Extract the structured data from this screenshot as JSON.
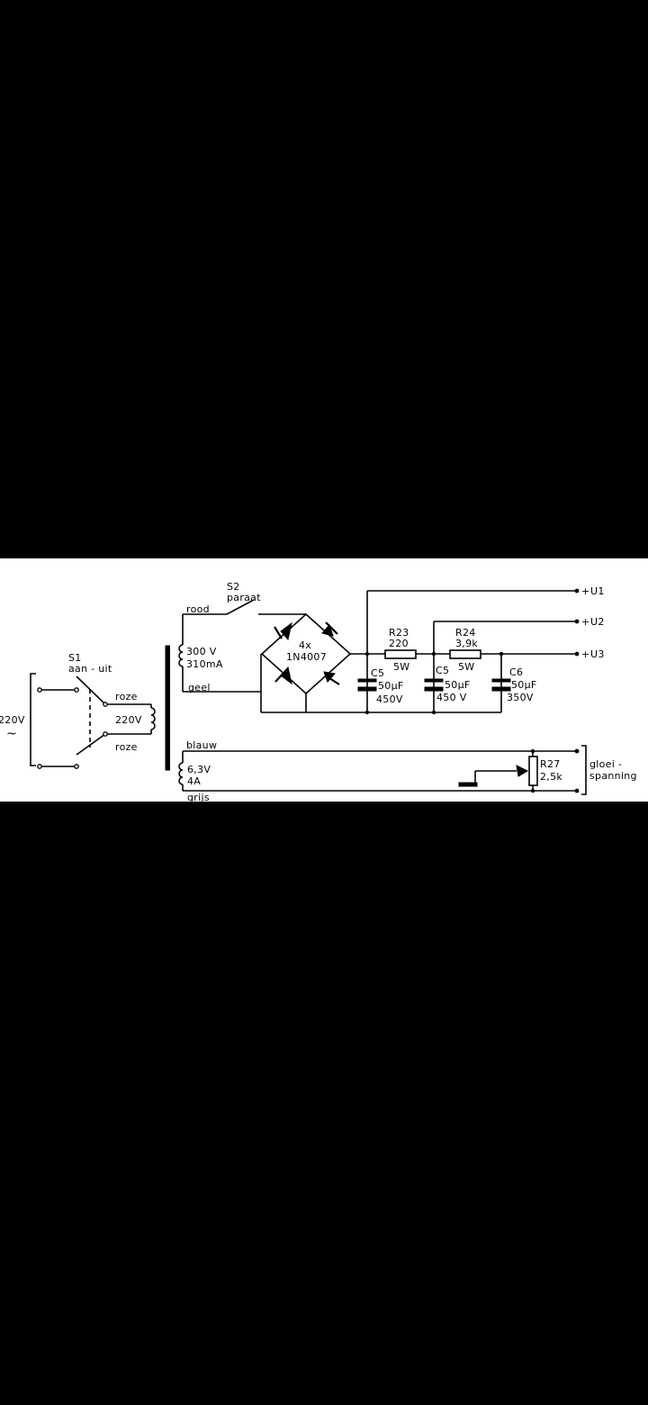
{
  "mains": {
    "voltage": "220V",
    "ac_symbol": "~"
  },
  "switch_s1": {
    "ref": "S1",
    "label": "aan - uit"
  },
  "switch_s2": {
    "ref": "S2",
    "label": "paraat"
  },
  "wires": {
    "primary_top": "roze",
    "primary_bottom": "roze",
    "sec_top": "rood",
    "sec_bottom": "geel",
    "fil_top": "blauw",
    "fil_bottom": "grijs"
  },
  "transformer": {
    "primary_voltage": "220V",
    "hv_voltage": "300 V",
    "hv_current": "310mA",
    "fil_voltage": "6,3V",
    "fil_current": "4A"
  },
  "rectifier": {
    "count": "4x",
    "part": "1N4007"
  },
  "r23": {
    "ref": "R23",
    "value": "220",
    "power": "5W"
  },
  "r24": {
    "ref": "R24",
    "value": "3,9k",
    "power": "5W"
  },
  "c5a": {
    "ref": "C5",
    "cap": "50µF",
    "volt": "450V"
  },
  "c5b": {
    "ref": "C5",
    "cap": "50µF",
    "volt": "450 V"
  },
  "c6": {
    "ref": "C6",
    "cap": "50µF",
    "volt": "350V"
  },
  "outputs": {
    "u1": "U1",
    "u2": "U2",
    "u3": "U3",
    "plus": "+"
  },
  "r27": {
    "ref": "R27",
    "value": "2,5k"
  },
  "heater": {
    "line1": "gloei -",
    "line2": "spanning"
  }
}
